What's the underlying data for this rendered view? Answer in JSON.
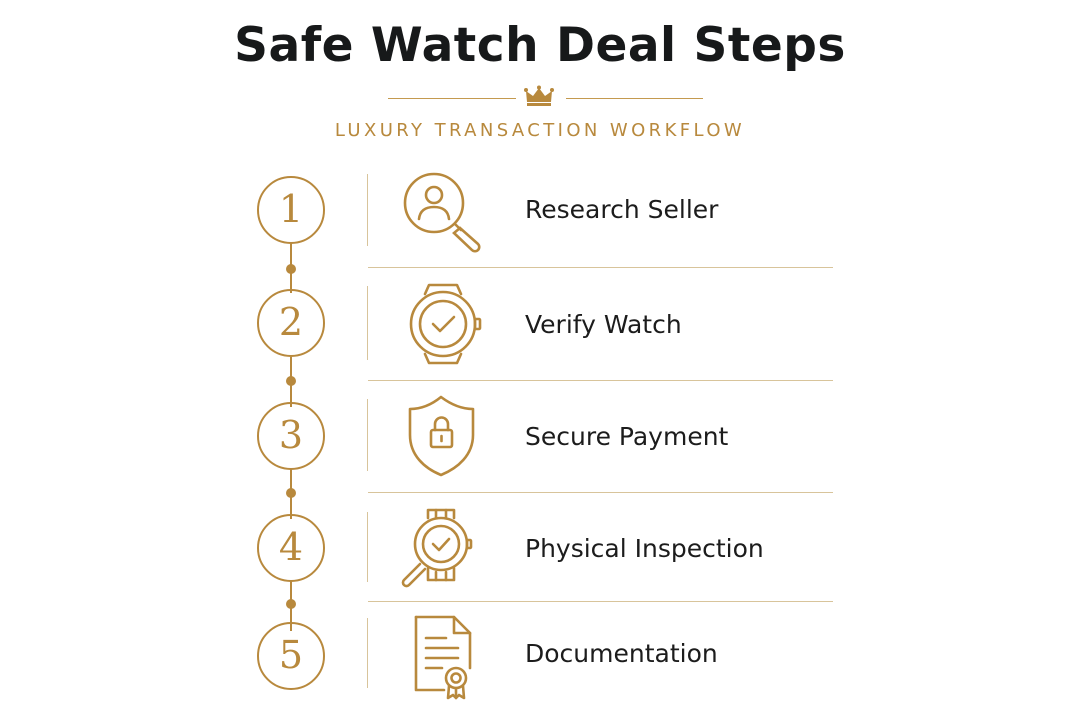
{
  "header": {
    "title": "Safe Watch Deal Steps",
    "subtitle": "LUXURY TRANSACTION WORKFLOW"
  },
  "colors": {
    "gold": "#b8893d",
    "divider": "#d8c49b",
    "text": "#1c1c1c"
  },
  "steps": [
    {
      "number": "1",
      "label": "Research Seller",
      "icon": "person-magnifier-icon"
    },
    {
      "number": "2",
      "label": "Verify Watch",
      "icon": "watch-check-icon"
    },
    {
      "number": "3",
      "label": "Secure Payment",
      "icon": "shield-lock-icon"
    },
    {
      "number": "4",
      "label": "Physical Inspection",
      "icon": "watch-magnifier-icon"
    },
    {
      "number": "5",
      "label": "Documentation",
      "icon": "document-seal-icon"
    }
  ]
}
